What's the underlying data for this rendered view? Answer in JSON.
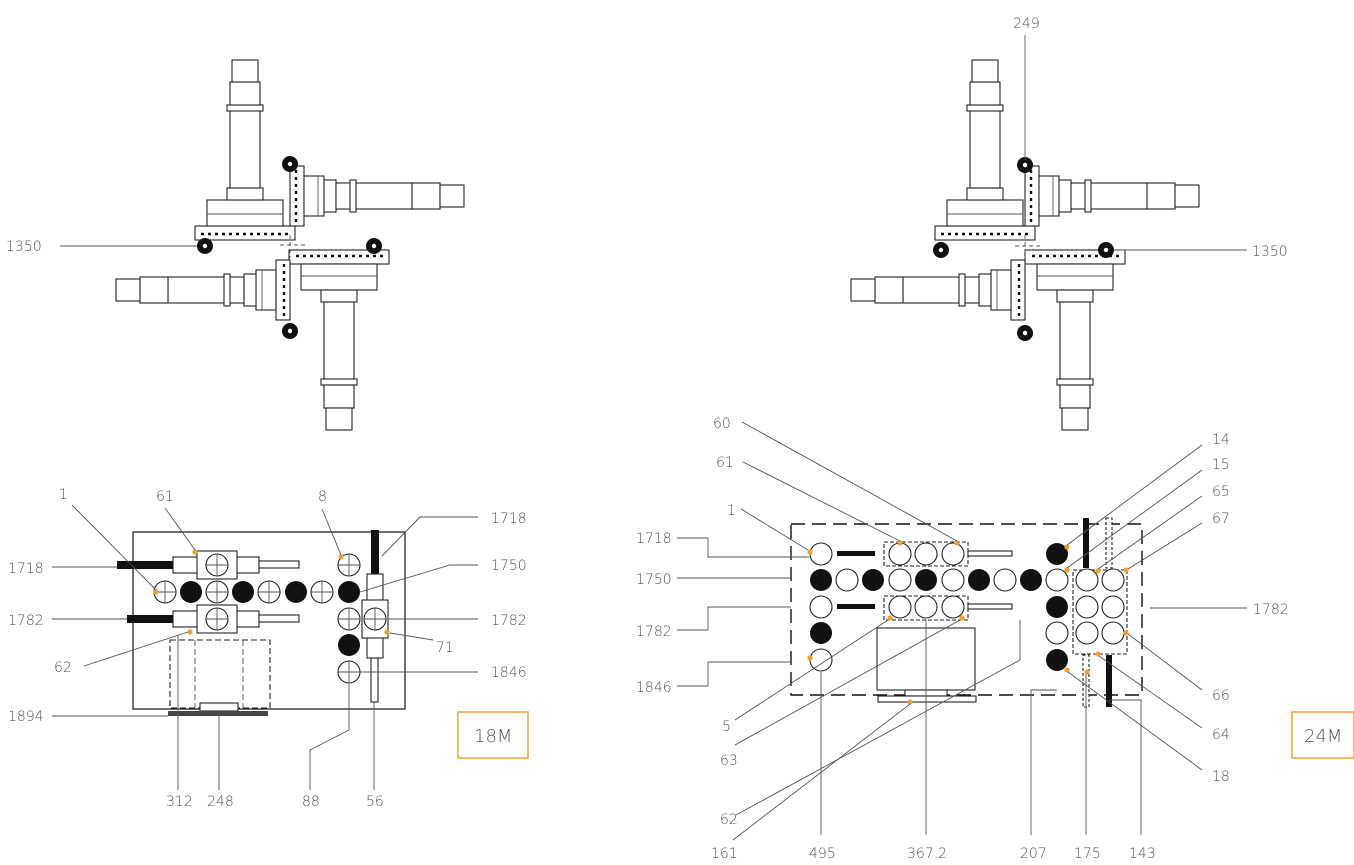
{
  "left_diagram": {
    "cross_label": "1350",
    "badge": "18M",
    "labels": {
      "l1": "1",
      "l61": "61",
      "l8": "8",
      "l1718r": "1718",
      "l1718l": "1718",
      "l1750": "1750",
      "l1782l": "1782",
      "l1782r": "1782",
      "l71": "71",
      "l62": "62",
      "l1846": "1846",
      "l1894": "1894",
      "l312": "312",
      "l248": "248",
      "l88": "88",
      "l56": "56"
    }
  },
  "right_diagram": {
    "cross_label_top": "249",
    "cross_label_right": "1350",
    "badge": "24M",
    "labels": {
      "l60": "60",
      "l61": "61",
      "l1": "1",
      "l14": "14",
      "l15": "15",
      "l65": "65",
      "l67": "67",
      "l1718": "1718",
      "l1750": "1750",
      "l1782l": "1782",
      "l1782r": "1782",
      "l1846": "1846",
      "l5": "5",
      "l63": "63",
      "l62": "62",
      "l161": "161",
      "l495": "495",
      "l3672": "367.2",
      "l207": "207",
      "l175": "175",
      "l143": "143",
      "l66": "66",
      "l64": "64",
      "l18": "18"
    }
  },
  "colors": {
    "line": "#555555",
    "ink": "#111111",
    "accent": "#f0a030"
  }
}
